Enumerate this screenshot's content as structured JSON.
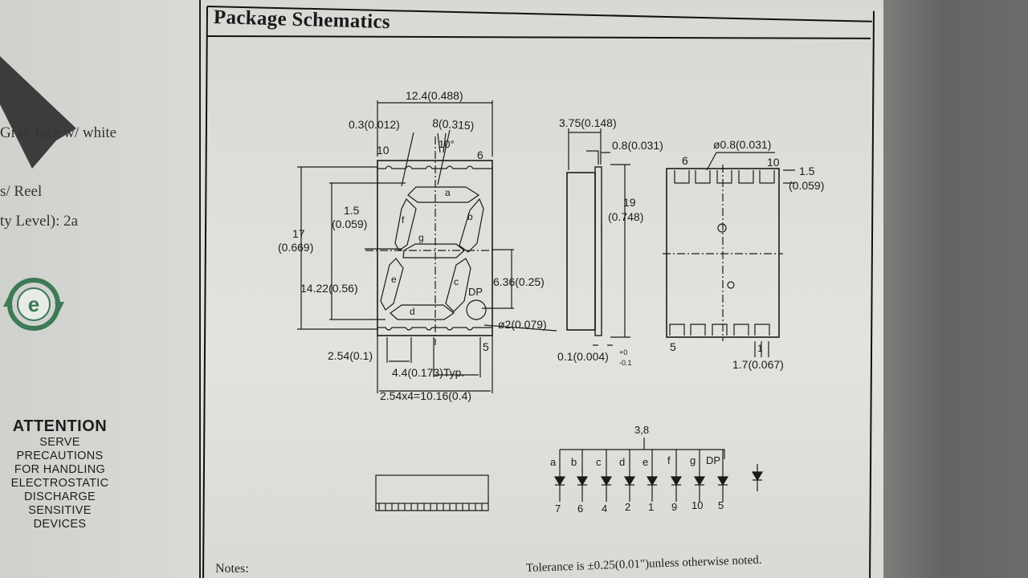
{
  "title": "Package Schematics",
  "left_panel": {
    "line1": "Gray face w/ white",
    "line2": "s/ Reel",
    "line3": "ty Level): 2a",
    "symbol": "e",
    "attention": {
      "heading": "ATTENTION",
      "lines": [
        "SERVE PRECAUTIONS",
        "FOR HANDLING",
        "ELECTROSTATIC",
        "DISCHARGE",
        "SENSITIVE",
        "DEVICES"
      ]
    }
  },
  "front_view": {
    "width": "12.4(0.488)",
    "left_offset": "0.3(0.012)",
    "digit_width": "8(0.315)",
    "angle": "10°",
    "pin_top_left": "10",
    "pin_top_right": "6",
    "height": "17",
    "height_in": "(0.669)",
    "seg_width": "1.5",
    "seg_width_in": "(0.059)",
    "digit_height": "14.22(0.56)",
    "dp_height": "6.36(0.25)",
    "dp_label": "DP",
    "dp_diameter": "ø2(0.079)",
    "pin_bottom_right": "5",
    "pin_pitch": "2.54(0.1)",
    "pin_span": "4.4(0.173)Typ.",
    "total_span": "2.54x4=10.16(0.4)",
    "segments": [
      "a",
      "b",
      "c",
      "d",
      "e",
      "f",
      "g"
    ]
  },
  "side_view": {
    "depth": "3.75(0.148)",
    "pin_thick": "0.8(0.031)",
    "length": "19",
    "length_in": "(0.748)",
    "tolerance": "0.1(0.004)",
    "tol_plus": "+0",
    "tol_minus": "-0.1"
  },
  "back_view": {
    "pin_top_left": "6",
    "pin_dia": "ø0.8(0.031)",
    "pin_top_right": "10",
    "pin_h": "1.5",
    "pin_h_in": "(0.059)",
    "pin_bottom_left": "5",
    "pin_label": "1",
    "pin_width": "1.7(0.067)"
  },
  "circuit": {
    "common": "3,8",
    "segments": [
      "a",
      "b",
      "c",
      "d",
      "e",
      "f",
      "g",
      "DP"
    ],
    "pins": [
      "7",
      "6",
      "4",
      "2",
      "1",
      "9",
      "10",
      "5"
    ]
  },
  "notes": {
    "label": "Notes:",
    "text": "Tolerance is ±0.25(0.01\")unless otherwise noted."
  }
}
